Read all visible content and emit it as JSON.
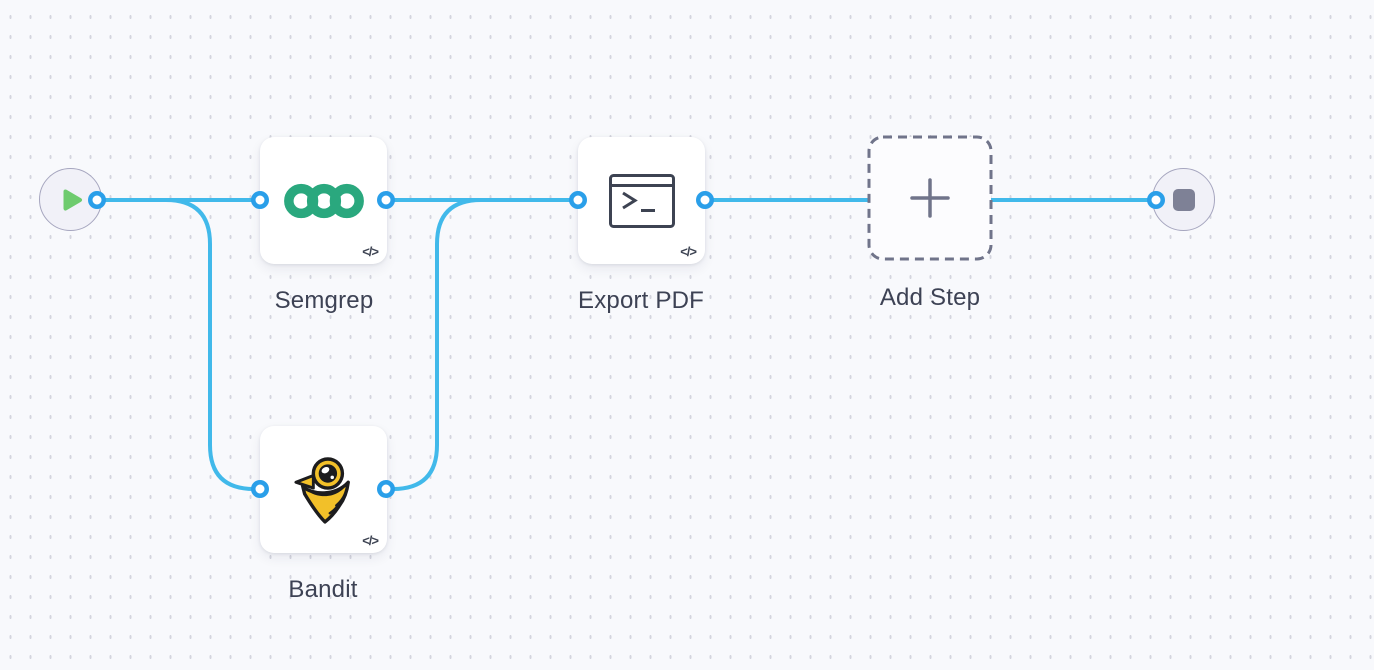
{
  "canvas": {
    "background": "#f8f9fc",
    "grid_dot_color": "#d4d5de",
    "edge_color": "#41b9ea",
    "port_stroke_color": "#2a9fe9",
    "port_fill_color": "#ffffff"
  },
  "workflow": {
    "start": {
      "icon": "play-icon",
      "icon_color": "#6ecb6e"
    },
    "end": {
      "icon": "stop-icon",
      "icon_color": "#7e8196"
    },
    "steps": [
      {
        "id": "semgrep",
        "label": "Semgrep",
        "icon": "semgrep-logo-icon",
        "icon_color": "#2aa87e",
        "badge": "</>"
      },
      {
        "id": "bandit",
        "label": "Bandit",
        "icon": "bandit-logo-icon",
        "icon_color": "#f2c029",
        "badge": "</>"
      },
      {
        "id": "export-pdf",
        "label": "Export PDF",
        "icon": "terminal-icon",
        "icon_color": "#3d4352",
        "badge": "</>"
      },
      {
        "id": "add-step",
        "label": "Add Step",
        "icon": "plus-icon",
        "icon_color": "#70748a",
        "placeholder": "dashed"
      }
    ],
    "connections": [
      {
        "from": "start",
        "to": "semgrep"
      },
      {
        "from": "start",
        "to": "bandit"
      },
      {
        "from": "semgrep",
        "to": "export-pdf"
      },
      {
        "from": "bandit",
        "to": "export-pdf"
      },
      {
        "from": "export-pdf",
        "to": "end"
      }
    ]
  }
}
